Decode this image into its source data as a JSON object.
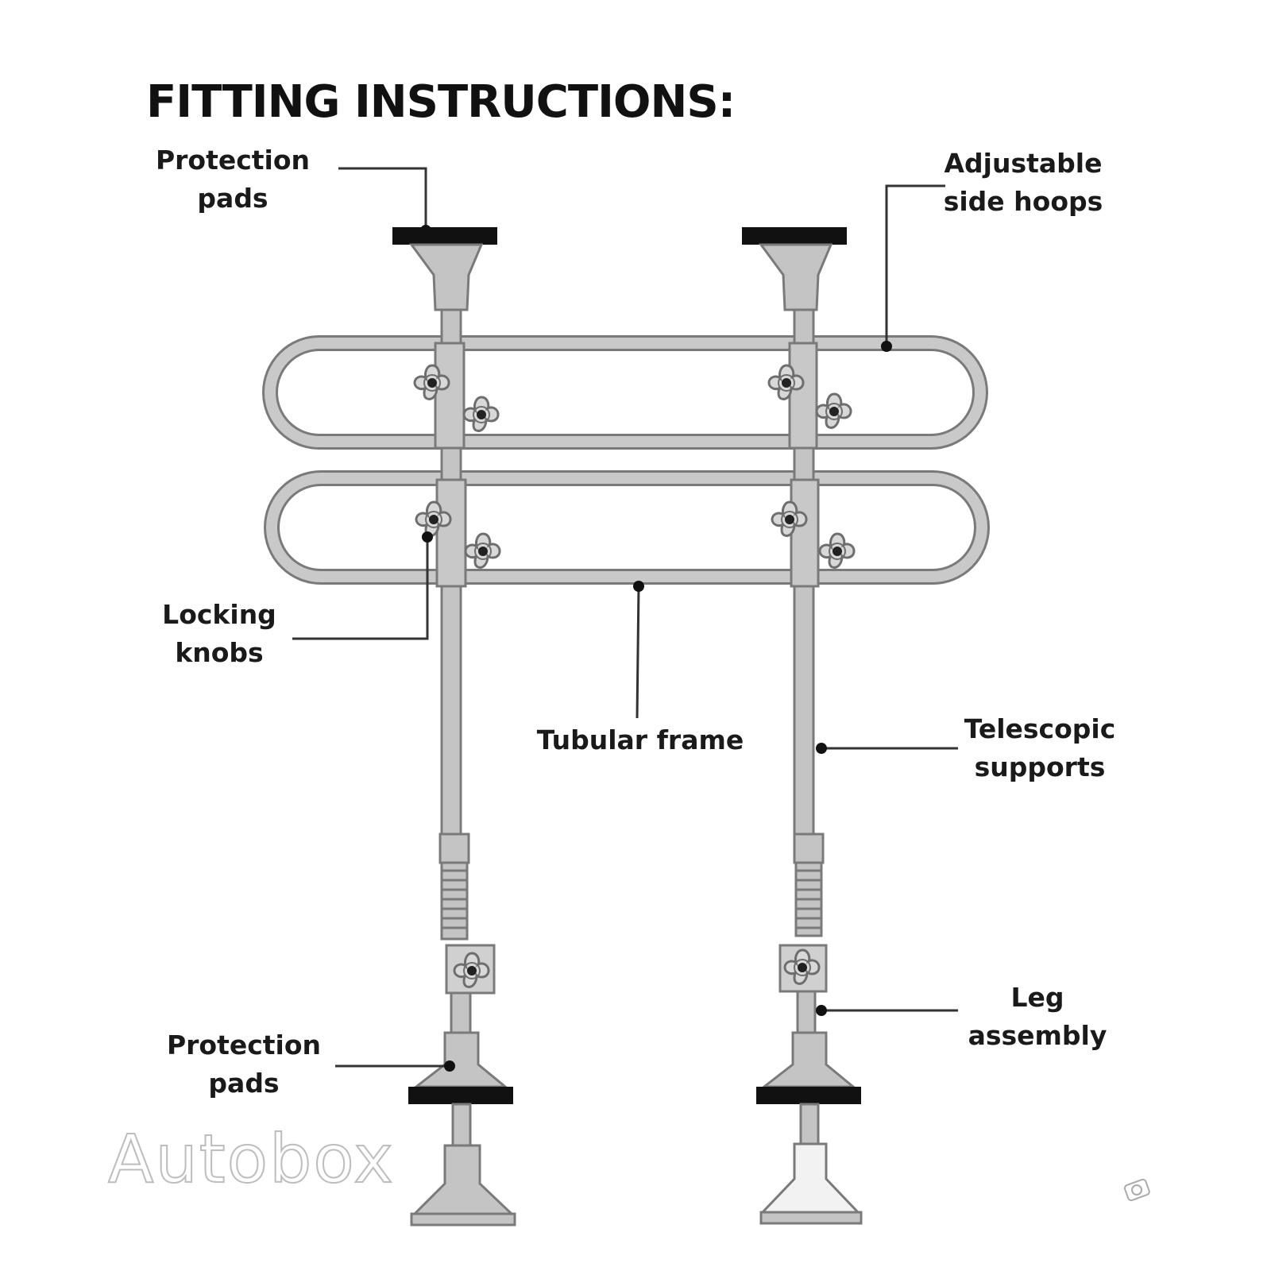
{
  "title": "FITTING INSTRUCTIONS:",
  "labels": {
    "protection_pads_top": [
      "Protection",
      "pads"
    ],
    "adjustable_side_hoops": [
      "Adjustable",
      "side hoops"
    ],
    "locking_knobs": [
      "Locking",
      "knobs"
    ],
    "tubular_frame": [
      "Tubular frame"
    ],
    "telescopic_supports": [
      "Telescopic",
      "supports"
    ],
    "leg_assembly": [
      "Leg",
      "assembly"
    ],
    "protection_pads_bottom": [
      "Protection",
      "pads"
    ]
  },
  "watermark": "Autobox",
  "colors": {
    "frame_fill": "#c4c4c4",
    "frame_stroke": "#7a7a7a",
    "pad_black": "#111111",
    "knob_fill": "#d8d8d8",
    "text": "#1a1a1a"
  },
  "icons": {
    "corner_icon": "ebay-camera-icon"
  }
}
